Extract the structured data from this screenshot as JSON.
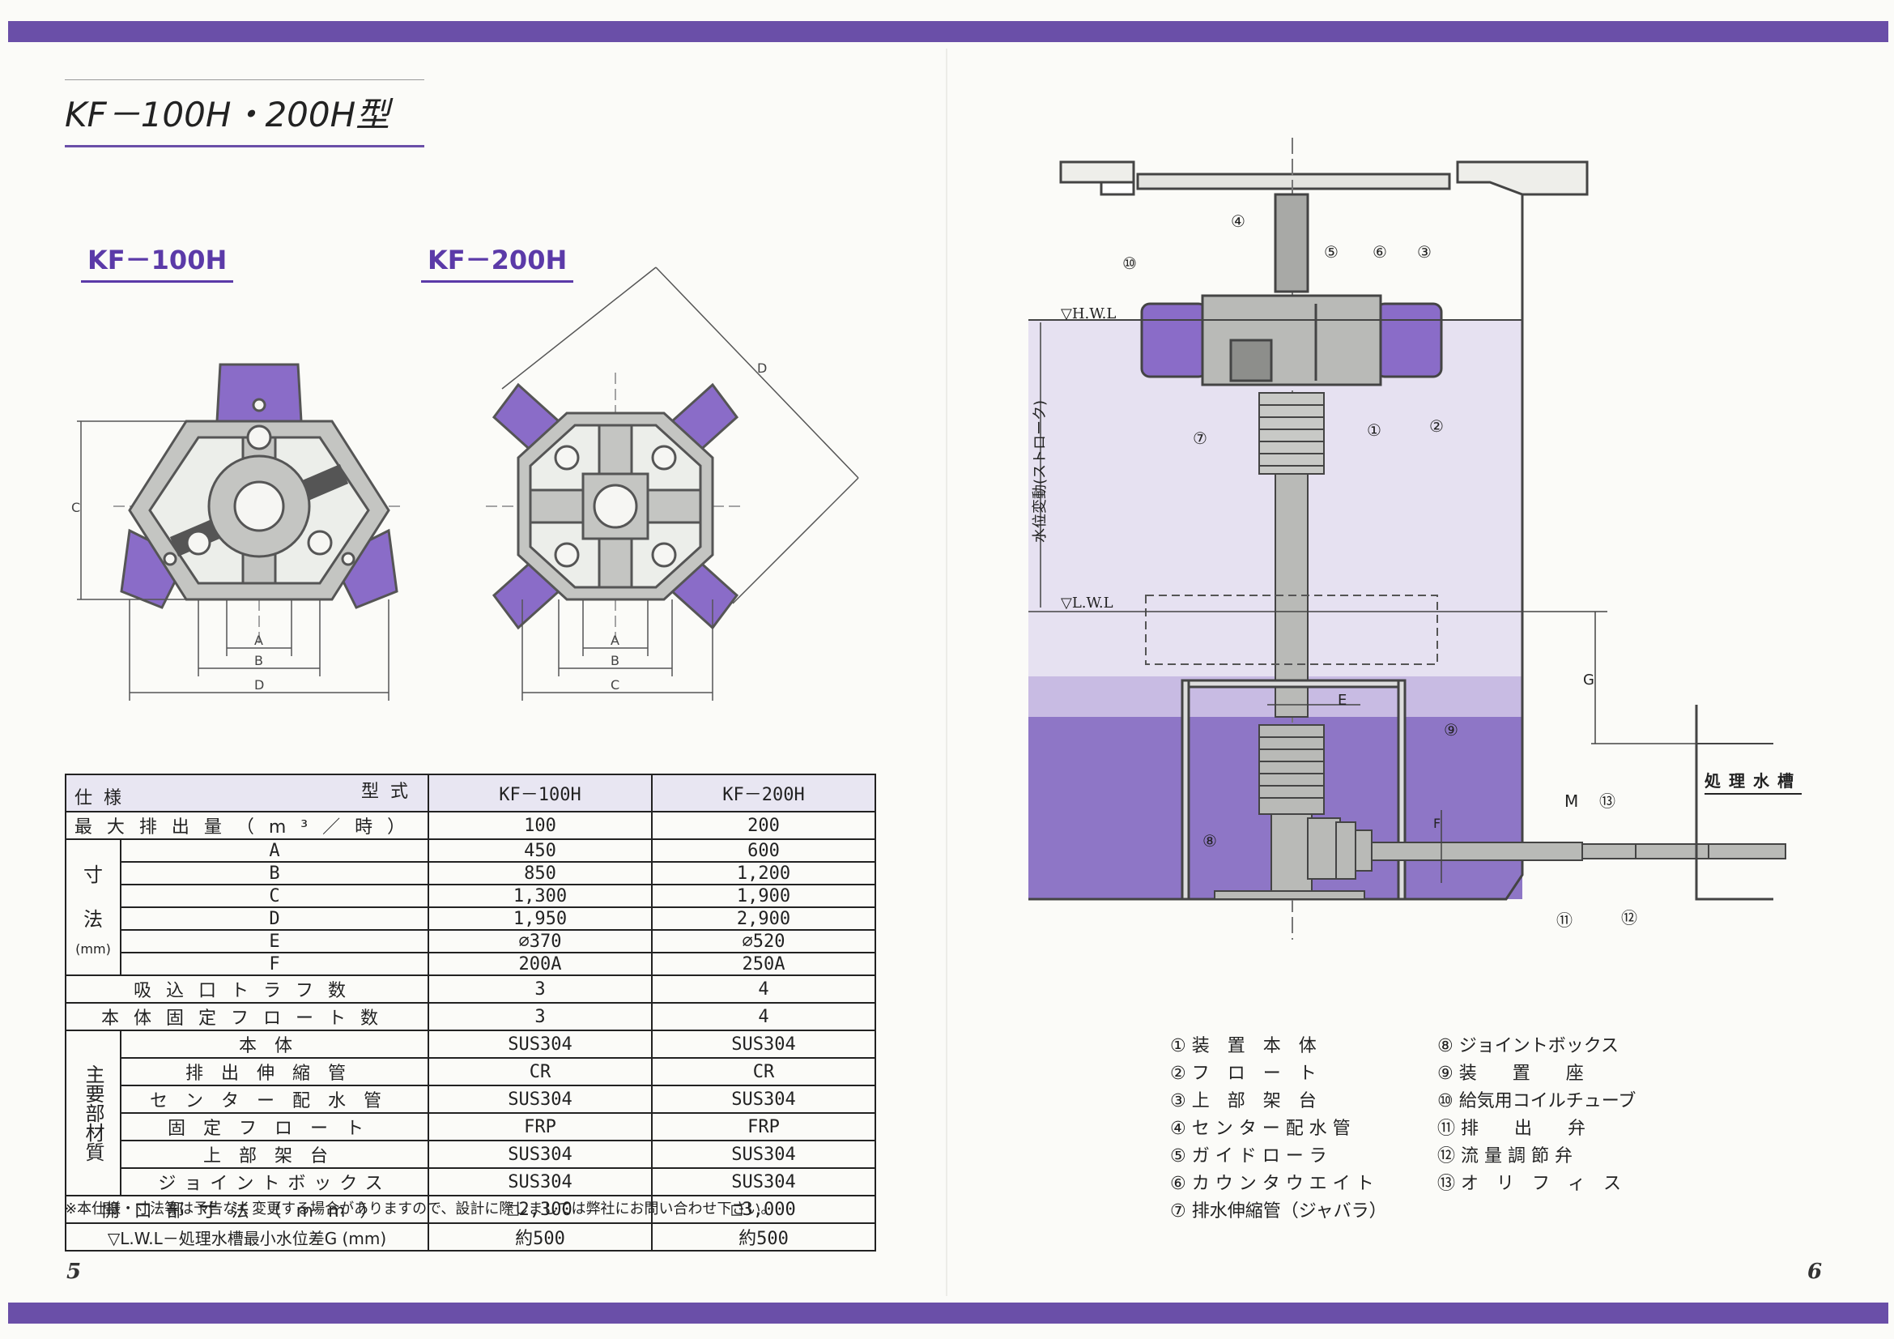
{
  "title": "KF－100H・200H型",
  "models": {
    "left": "KF－100H",
    "right": "KF－200H"
  },
  "dim_letters": {
    "a": "A",
    "b": "B",
    "c": "C",
    "d": "D",
    "e": "E",
    "f": "F",
    "g": "G"
  },
  "water_levels": {
    "hwl": "▽H.W.L",
    "lwl": "▽L.W.L",
    "stroke": "水位変動(ストローク)"
  },
  "tank_label": "処理水槽",
  "markers": {
    "m": "M"
  },
  "callouts": [
    "①",
    "②",
    "③",
    "④",
    "⑤",
    "⑥",
    "⑦",
    "⑧",
    "⑨",
    "⑩",
    "⑪",
    "⑫",
    "⑬"
  ],
  "table": {
    "header_type": "型式",
    "header_spec": "仕様",
    "model1": "KF－100H",
    "model2": "KF－200H",
    "row_max": {
      "label": "最大排出量（m³／時）",
      "v1": "100",
      "v2": "200"
    },
    "dim_group": [
      "寸",
      "法",
      "(mm)"
    ],
    "dims": [
      {
        "k": "A",
        "v1": "450",
        "v2": "600"
      },
      {
        "k": "B",
        "v1": "850",
        "v2": "1,200"
      },
      {
        "k": "C",
        "v1": "1,300",
        "v2": "1,900"
      },
      {
        "k": "D",
        "v1": "1,950",
        "v2": "2,900"
      },
      {
        "k": "E",
        "v1": "∅370",
        "v2": "∅520"
      },
      {
        "k": "F",
        "v1": "200A",
        "v2": "250A"
      }
    ],
    "row_suction": {
      "label": "吸込口トラフ数",
      "v1": "3",
      "v2": "4"
    },
    "row_float": {
      "label": "本体固定フロート数",
      "v1": "3",
      "v2": "4"
    },
    "mat_group": "主要部材質",
    "materials": [
      {
        "k": "本体",
        "v1": "SUS304",
        "v2": "SUS304"
      },
      {
        "k": "排出伸縮管",
        "v1": "CR",
        "v2": "CR"
      },
      {
        "k": "センター配水管",
        "v1": "SUS304",
        "v2": "SUS304"
      },
      {
        "k": "固定フロート",
        "v1": "FRP",
        "v2": "FRP"
      },
      {
        "k": "上部架台",
        "v1": "SUS304",
        "v2": "SUS304"
      },
      {
        "k": "ジョイントボックス",
        "v1": "SUS304",
        "v2": "SUS304"
      }
    ],
    "row_opening": {
      "label": "開口部寸法（mm）",
      "v1": "□2,300",
      "v2": "□3,000"
    },
    "row_lwl": {
      "label": "▽L.W.L－処理水槽最小水位差G (mm)",
      "v1": "約500",
      "v2": "約500"
    }
  },
  "note": "※本仕様・寸法等は予告なく変更する場合がありますので、設計に際しましては弊社にお問い合わせ下さい。",
  "legend_left": [
    "① 装　置　本　体",
    "② フ　ロ　ー　ト",
    "③ 上　部　架　台",
    "④ セ ン タ ー 配 水 管",
    "⑤ ガ イ ド ロ ー ラ",
    "⑥ カ ウ ン タ ウ エ イ ト",
    "⑦ 排水伸縮管（ジャバラ）"
  ],
  "legend_right": [
    "⑧ ジョイントボックス",
    "⑨ 装　　置　　座",
    "⑩ 給気用コイルチューブ",
    "⑪ 排　　出　　弁",
    "⑫ 流 量 調 節 弁",
    "⑬ オ　リ　フ　ィ　ス"
  ],
  "page_left": "5",
  "page_right": "6",
  "colors": {
    "accent": "#6a4fa8",
    "float": "#8a6cc8",
    "gray": "#b9bab7",
    "water": "#e6e1f1",
    "water_deep": "#8e76c6"
  }
}
